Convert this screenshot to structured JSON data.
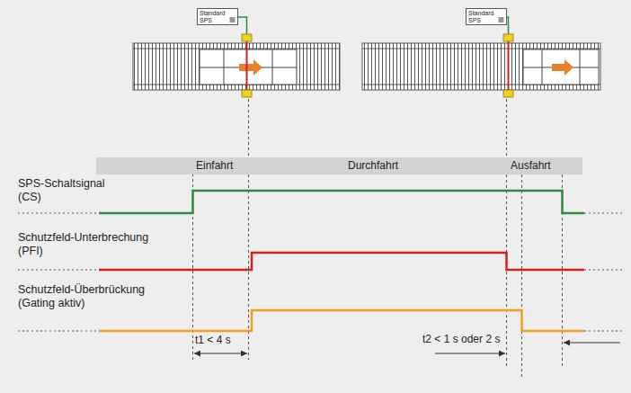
{
  "diagram": {
    "nodes": [
      {
        "text": [
          "Standard SPS"
        ]
      },
      {
        "text": [
          "Standard SPS"
        ]
      },
      {
        "text": [
          "Einfahrt",
          "Durchfahrt",
          "Ausfahrt"
        ]
      }
    ],
    "labels": [
      "SPS-Schaltsignal (CS)",
      "Schutzfeld-Unterbrechung (PFI)",
      "Schutzfeld-Überbrückung (Gating aktiv)",
      "t1 < 4 s",
      "t2 < 1 s oder 2 s"
    ]
  }
}
